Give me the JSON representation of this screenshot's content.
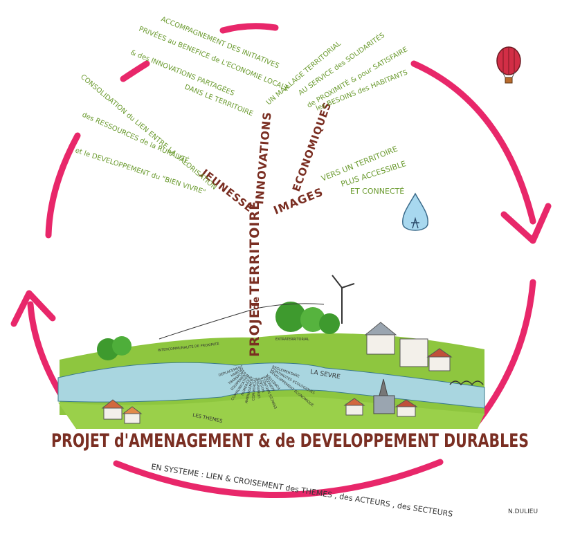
{
  "trunk": {
    "line1": "PROJET",
    "line2": "de",
    "line3": "TERRITOIRE"
  },
  "branches": {
    "innovations": "INNOVATIONS",
    "economiques": "ECONOMIQUES",
    "jeunesse": "JEUNESSE",
    "images": "IMAGES"
  },
  "leaves": {
    "accompagnement": [
      "ACCOMPAGNEMENT DES INITIATIVES",
      "PRIVÉES au BENEFICE de L'ECONOMIE LOCALE",
      "& des INNOVATIONS PARTAGÉES",
      "DANS LE TERRITOIRE"
    ],
    "maillage": [
      "UN MAILLAGE TERRITORIAL",
      "AU SERVICE des SOLIDARITÉS",
      "de PROXIMITÉ & pour SATISFAIRE",
      "les BESOINS des HABITANTS"
    ],
    "consolidation": [
      "CONSOLIDATION du LIEN ENTRE LA VALORISATION",
      "des RESSOURCES de la RURALITÉ",
      "et le DEVELOPPEMENT du \"BIEN VIVRE\""
    ],
    "territoire": [
      "VERS UN TERRITOIRE",
      "PLUS ACCESSIBLE",
      "ET CONNECTÉ"
    ]
  },
  "landscape": {
    "river": "LA SEVRE",
    "intercommunal": "INTERCOMMUNALITÉ DE PROXIMITÉ",
    "extraterritorial": "EXTRATERRITORIAL",
    "themes_label": "LES THEMES",
    "themes_left": [
      "DEPLACEMENT",
      "HABITAT",
      "TRANSPORT",
      "EQUIPEMENT",
      "COMMUNICATION",
      "NUMERIQUE",
      "AMENAGEMENT",
      "COMMERCIAL",
      "URBANISME",
      "PAYSAGE",
      "ESPACES NATURELS",
      "AGRICOLE",
      "FORESTIER"
    ],
    "themes_right": [
      "DEVELOPPEMENT ECONOMIQUE",
      "CONTINUITÉS ECOLOGIQUES",
      "REGLEMENTAIRE"
    ]
  },
  "title": "PROJET d'AMENAGEMENT & de DEVELOPPEMENT DURABLES",
  "footer": "EN SYSTEME : LIEN & CROISEMENT des THEMES , des ACTEURS , des SECTEURS",
  "signature": "N.DULIEU",
  "colors": {
    "cycle": "#e8276a",
    "green": "#6a9a2e",
    "brown": "#7a2e22",
    "river": "#a9d6e0",
    "field": "#8ec63f"
  }
}
